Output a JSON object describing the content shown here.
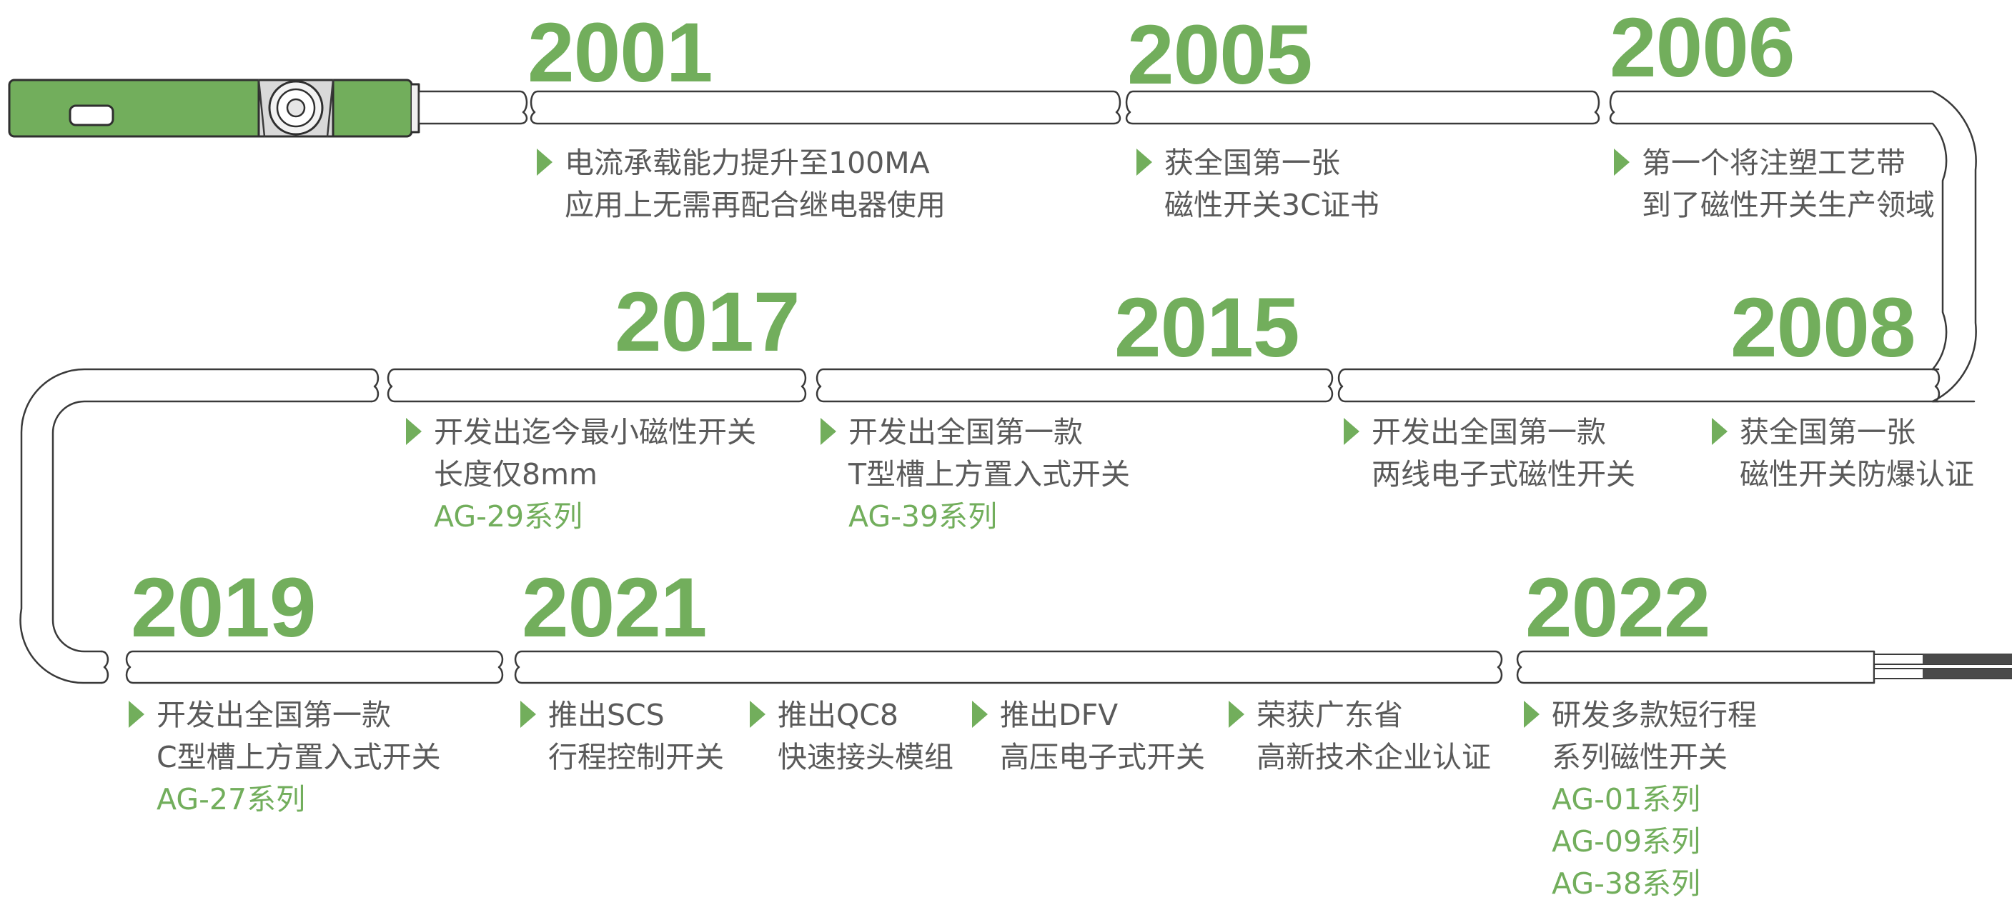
{
  "colors": {
    "accent": "#72ae5c",
    "text": "#5a5a5a",
    "outline": "#3a3a3a"
  },
  "milestones": [
    {
      "year": "2001",
      "items": [
        {
          "lines": [
            "电流承载能力提升至100MA",
            "应用上无需再配合继电器使用"
          ],
          "series": []
        }
      ]
    },
    {
      "year": "2005",
      "items": [
        {
          "lines": [
            "获全国第一张",
            "磁性开关3C证书"
          ],
          "series": []
        }
      ]
    },
    {
      "year": "2006",
      "items": [
        {
          "lines": [
            "第一个将注塑工艺带",
            "到了磁性开关生产领域"
          ],
          "series": []
        }
      ]
    },
    {
      "year": "2017",
      "items": [
        {
          "lines": [
            "开发出迄今最小磁性开关",
            "长度仅8mm"
          ],
          "series": [
            "AG-29系列"
          ]
        }
      ]
    },
    {
      "year": "2015",
      "items": [
        {
          "lines": [
            "开发出全国第一款",
            "T型槽上方置入式开关"
          ],
          "series": [
            "AG-39系列"
          ]
        }
      ]
    },
    {
      "year": "",
      "items": [
        {
          "lines": [
            "开发出全国第一款",
            "两线电子式磁性开关"
          ],
          "series": []
        }
      ]
    },
    {
      "year": "2008",
      "items": [
        {
          "lines": [
            "获全国第一张",
            "磁性开关防爆认证"
          ],
          "series": []
        }
      ]
    },
    {
      "year": "2019",
      "items": [
        {
          "lines": [
            "开发出全国第一款",
            "C型槽上方置入式开关"
          ],
          "series": [
            "AG-27系列"
          ]
        }
      ]
    },
    {
      "year": "2021",
      "items": [
        {
          "lines": [
            "推出SCS",
            "行程控制开关"
          ],
          "series": []
        },
        {
          "lines": [
            "推出QC8",
            "快速接头模组"
          ],
          "series": []
        },
        {
          "lines": [
            "推出DFV",
            "高压电子式开关"
          ],
          "series": []
        },
        {
          "lines": [
            "荣获广东省",
            "高新技术企业认证"
          ],
          "series": []
        }
      ]
    },
    {
      "year": "2022",
      "items": [
        {
          "lines": [
            "研发多款短行程",
            "系列磁性开关"
          ],
          "series": [
            "AG-01系列",
            "AG-09系列",
            "AG-38系列"
          ]
        }
      ]
    }
  ]
}
